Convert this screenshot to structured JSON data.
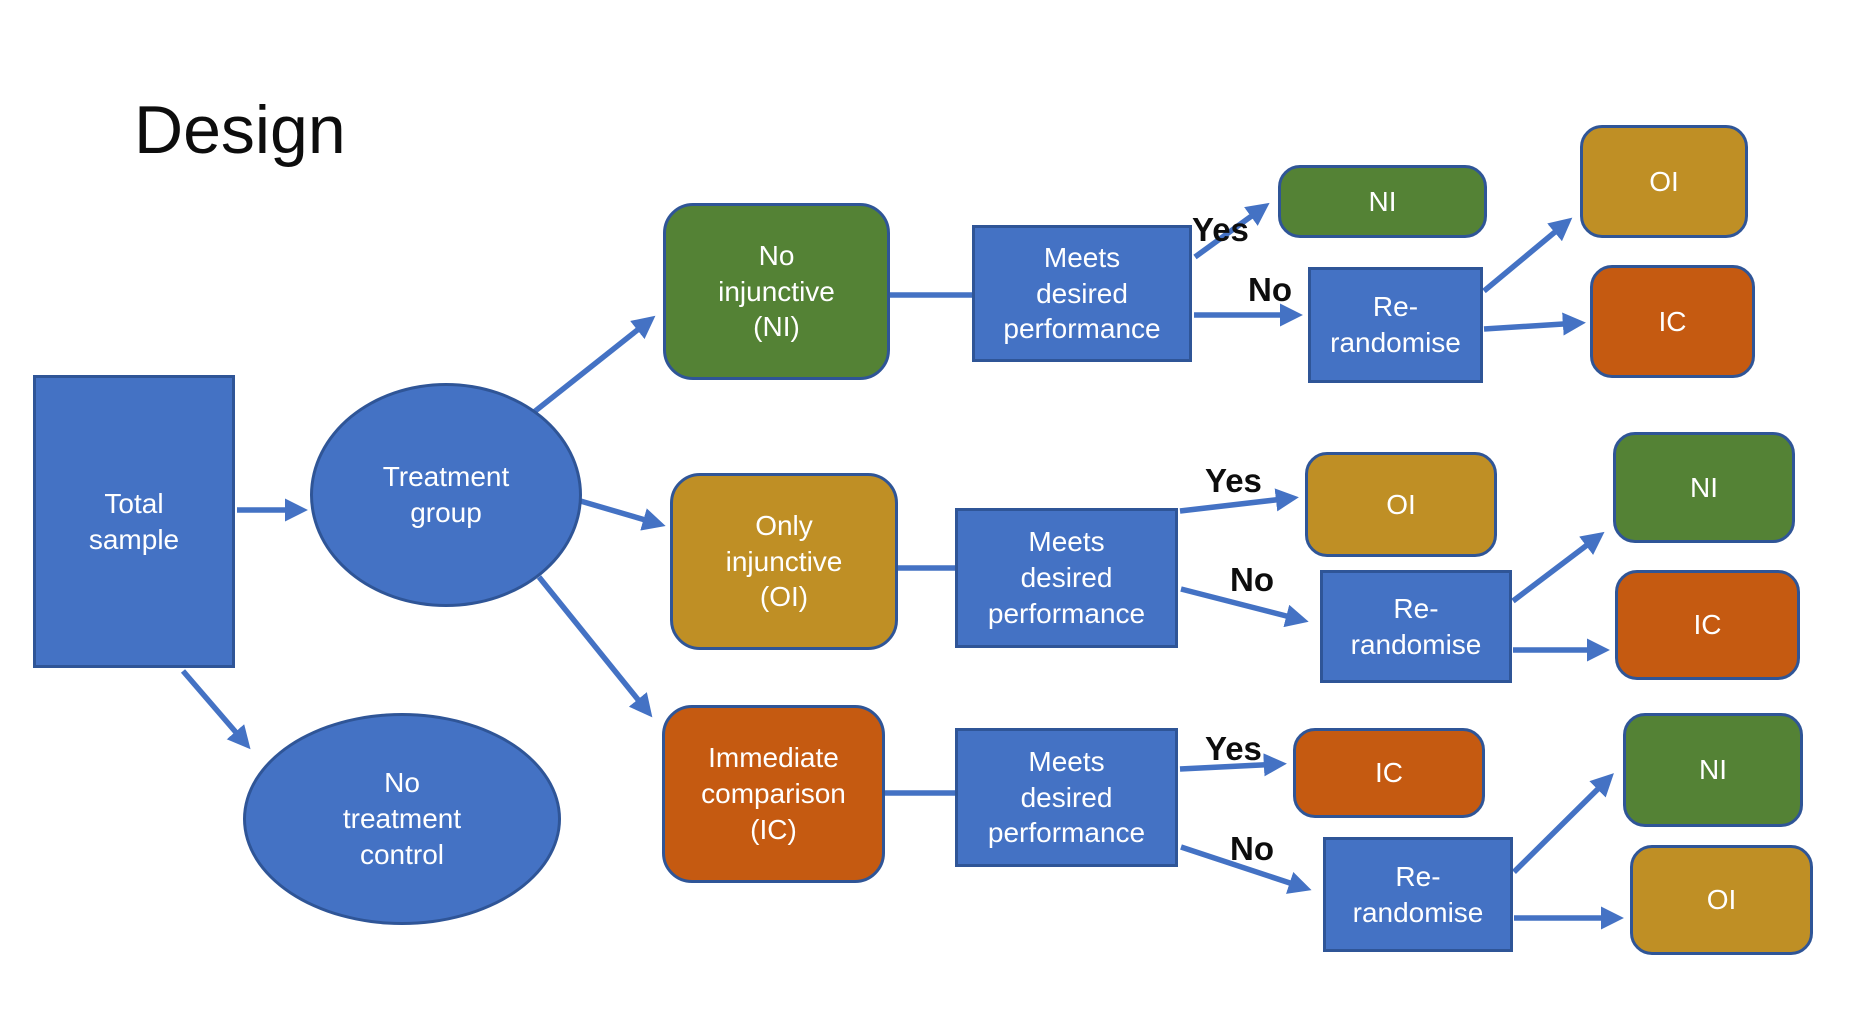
{
  "title": "Design",
  "colors": {
    "blue": "#4472C4",
    "dark_blue_border": "#2F5597",
    "green": "#548235",
    "gold": "#BF8F25",
    "orange": "#C55A11",
    "white_text": "#FFFFFF",
    "black_text": "#0D0D0D"
  },
  "nodes": {
    "total_sample": "Total\nsample",
    "treatment_group": "Treatment\ngroup",
    "no_treatment_control": "No\ntreatment\ncontrol"
  },
  "rows": [
    {
      "name": "no-injunctive",
      "origin": "No\ninjunctive\n(NI)",
      "meets": "Meets\ndesired\nperformance",
      "yes_label": "Yes",
      "no_label": "No",
      "yes_outcome": "NI",
      "rerandomise": "Re-\nrandomise",
      "rerandomise_outcome_top": "OI",
      "rerandomise_outcome_bottom": "IC"
    },
    {
      "name": "only-injunctive",
      "origin": "Only\ninjunctive\n(OI)",
      "meets": "Meets\ndesired\nperformance",
      "yes_label": "Yes",
      "no_label": "No",
      "yes_outcome": "OI",
      "rerandomise": "Re-\nrandomise",
      "rerandomise_outcome_top": "NI",
      "rerandomise_outcome_bottom": "IC"
    },
    {
      "name": "immediate-comparison",
      "origin": "Immediate\ncomparison\n(IC)",
      "meets": "Meets\ndesired\nperformance",
      "yes_label": "Yes",
      "no_label": "No",
      "yes_outcome": "IC",
      "rerandomise": "Re-\nrandomise",
      "rerandomise_outcome_top": "NI",
      "rerandomise_outcome_bottom": "OI"
    }
  ]
}
